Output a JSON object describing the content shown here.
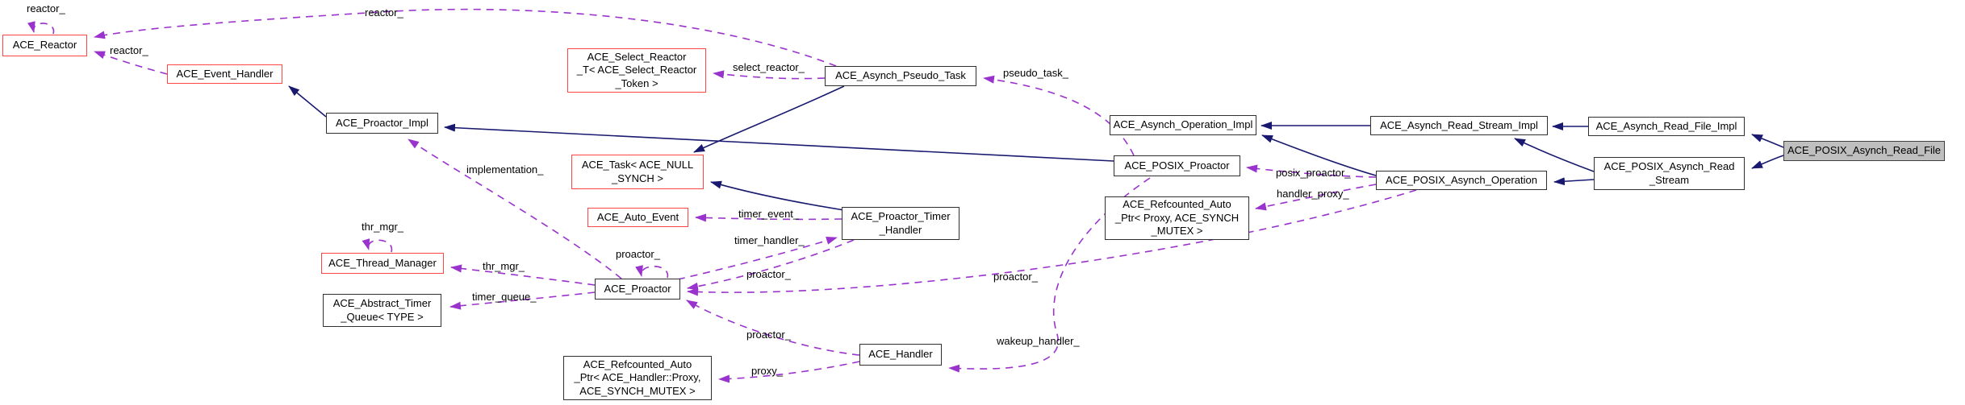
{
  "diagram": {
    "kind": "collaboration-graph",
    "target_class": "ACE_POSIX_Asynch_Read_File"
  },
  "colors": {
    "background": "#ffffff",
    "inheritance_edge": "#191970",
    "usage_edge": "#9a32cd",
    "undocumented_node_border": "#ff4444",
    "node_border": "#303030",
    "target_node_fill": "#bfbfbf",
    "text": "#000000"
  },
  "nodes": {
    "reactor": {
      "label": "ACE_Reactor"
    },
    "event_handler": {
      "label": "ACE_Event_Handler"
    },
    "select_reactor": {
      "label": "ACE_Select_Reactor\n_T< ACE_Select_Reactor\n_Token >"
    },
    "pseudo_task": {
      "label": "ACE_Asynch_Pseudo_Task"
    },
    "proactor_impl": {
      "label": "ACE_Proactor_Impl"
    },
    "task": {
      "label": "ACE_Task< ACE_NULL\n_SYNCH >"
    },
    "auto_event": {
      "label": "ACE_Auto_Event"
    },
    "proactor_timer_handler": {
      "label": "ACE_Proactor_Timer\n_Handler"
    },
    "thread_manager": {
      "label": "ACE_Thread_Manager"
    },
    "abstract_timer_queue": {
      "label": "ACE_Abstract_Timer\n_Queue< TYPE >"
    },
    "proactor": {
      "label": "ACE_Proactor"
    },
    "refcounted_handler_proxy": {
      "label": "ACE_Refcounted_Auto\n_Ptr< ACE_Handler::Proxy,\nACE_SYNCH_MUTEX >"
    },
    "handler": {
      "label": "ACE_Handler"
    },
    "asynch_operation_impl": {
      "label": "ACE_Asynch_Operation_Impl"
    },
    "posix_proactor": {
      "label": "ACE_POSIX_Proactor"
    },
    "refcounted_proxy": {
      "label": "ACE_Refcounted_Auto\n_Ptr< Proxy, ACE_SYNCH\n_MUTEX >"
    },
    "posix_asynch_operation": {
      "label": "ACE_POSIX_Asynch_Operation"
    },
    "asynch_read_stream_impl": {
      "label": "ACE_Asynch_Read_Stream_Impl"
    },
    "asynch_read_file_impl": {
      "label": "ACE_Asynch_Read_File_Impl"
    },
    "posix_asynch_read_stream": {
      "label": "ACE_POSIX_Asynch_Read\n_Stream"
    },
    "posix_asynch_read_file": {
      "label": "ACE_POSIX_Asynch_Read_File"
    }
  },
  "edge_labels": {
    "reactor_self": "reactor_",
    "reactor_top": "reactor_",
    "reactor_eh": "reactor_",
    "select_reactor": "select_reactor_",
    "pseudo_task": "pseudo_task_",
    "implementation": "implementation_",
    "timer_event": "timer_event_",
    "timer_handler": "timer_handler_",
    "thr_mgr_self": "thr_mgr_",
    "thr_mgr": "thr_mgr_",
    "timer_queue": "timer_queue_",
    "proactor_self": "proactor_",
    "proactor_from_timer_handler": "proactor_",
    "proactor_from_handler": "proactor_",
    "proactor_from_posix_op": "proactor_",
    "wakeup_handler": "wakeup_handler_",
    "proxy": "proxy_",
    "posix_proactor": "posix_proactor_",
    "handler_proxy": "handler_proxy_"
  },
  "edges": [
    {
      "from": "ACE_Proactor_Impl",
      "to": "ACE_Event_Handler",
      "kind": "inheritance"
    },
    {
      "from": "ACE_Asynch_Pseudo_Task",
      "to": "ACE_Task< ACE_NULL_SYNCH >",
      "kind": "inheritance"
    },
    {
      "from": "ACE_Proactor_Timer_Handler",
      "to": "ACE_Task< ACE_NULL_SYNCH >",
      "kind": "inheritance"
    },
    {
      "from": "ACE_POSIX_Proactor",
      "to": "ACE_Proactor_Impl",
      "kind": "inheritance"
    },
    {
      "from": "ACE_Asynch_Read_Stream_Impl",
      "to": "ACE_Asynch_Operation_Impl",
      "kind": "inheritance"
    },
    {
      "from": "ACE_Asynch_Read_File_Impl",
      "to": "ACE_Asynch_Read_Stream_Impl",
      "kind": "inheritance"
    },
    {
      "from": "ACE_POSIX_Asynch_Operation",
      "to": "ACE_Asynch_Operation_Impl",
      "kind": "inheritance"
    },
    {
      "from": "ACE_POSIX_Asynch_Read_Stream",
      "to": "ACE_Asynch_Read_Stream_Impl",
      "kind": "inheritance"
    },
    {
      "from": "ACE_POSIX_Asynch_Read_Stream",
      "to": "ACE_POSIX_Asynch_Operation",
      "kind": "inheritance"
    },
    {
      "from": "ACE_POSIX_Asynch_Read_File",
      "to": "ACE_Asynch_Read_File_Impl",
      "kind": "inheritance"
    },
    {
      "from": "ACE_POSIX_Asynch_Read_File",
      "to": "ACE_POSIX_Asynch_Read_Stream",
      "kind": "inheritance"
    },
    {
      "from": "ACE_Reactor",
      "to": "ACE_Reactor",
      "kind": "usage",
      "label": "reactor_"
    },
    {
      "from": "ACE_Event_Handler",
      "to": "ACE_Reactor",
      "kind": "usage",
      "label": "reactor_"
    },
    {
      "from": "ACE_Asynch_Pseudo_Task",
      "to": "ACE_Reactor",
      "kind": "usage",
      "label": "reactor_"
    },
    {
      "from": "ACE_Asynch_Pseudo_Task",
      "to": "ACE_Select_Reactor_T< ACE_Select_Reactor_Token >",
      "kind": "usage",
      "label": "select_reactor_"
    },
    {
      "from": "ACE_POSIX_Proactor",
      "to": "ACE_Asynch_Pseudo_Task",
      "kind": "usage",
      "label": "pseudo_task_"
    },
    {
      "from": "ACE_Proactor",
      "to": "ACE_Proactor_Impl",
      "kind": "usage",
      "label": "implementation_"
    },
    {
      "from": "ACE_Proactor_Timer_Handler",
      "to": "ACE_Auto_Event",
      "kind": "usage",
      "label": "timer_event_"
    },
    {
      "from": "ACE_Proactor",
      "to": "ACE_Proactor_Timer_Handler",
      "kind": "usage",
      "label": "timer_handler_"
    },
    {
      "from": "ACE_Thread_Manager",
      "to": "ACE_Thread_Manager",
      "kind": "usage",
      "label": "thr_mgr_"
    },
    {
      "from": "ACE_Proactor",
      "to": "ACE_Thread_Manager",
      "kind": "usage",
      "label": "thr_mgr_"
    },
    {
      "from": "ACE_Proactor",
      "to": "ACE_Abstract_Timer_Queue< TYPE >",
      "kind": "usage",
      "label": "timer_queue_"
    },
    {
      "from": "ACE_Proactor",
      "to": "ACE_Proactor",
      "kind": "usage",
      "label": "proactor_"
    },
    {
      "from": "ACE_Proactor_Timer_Handler",
      "to": "ACE_Proactor",
      "kind": "usage",
      "label": "proactor_"
    },
    {
      "from": "ACE_Handler",
      "to": "ACE_Proactor",
      "kind": "usage",
      "label": "proactor_"
    },
    {
      "from": "ACE_POSIX_Asynch_Operation",
      "to": "ACE_Proactor",
      "kind": "usage",
      "label": "proactor_"
    },
    {
      "from": "ACE_POSIX_Proactor",
      "to": "ACE_Handler",
      "kind": "usage",
      "label": "wakeup_handler_"
    },
    {
      "from": "ACE_POSIX_Asynch_Operation",
      "to": "ACE_POSIX_Proactor",
      "kind": "usage",
      "label": "posix_proactor_"
    },
    {
      "from": "ACE_POSIX_Asynch_Operation",
      "to": "ACE_Refcounted_Auto_Ptr< Proxy, ACE_SYNCH_MUTEX >",
      "kind": "usage",
      "label": "handler_proxy_"
    },
    {
      "from": "ACE_Handler",
      "to": "ACE_Refcounted_Auto_Ptr< ACE_Handler::Proxy, ACE_SYNCH_MUTEX >",
      "kind": "usage",
      "label": "proxy_"
    }
  ]
}
